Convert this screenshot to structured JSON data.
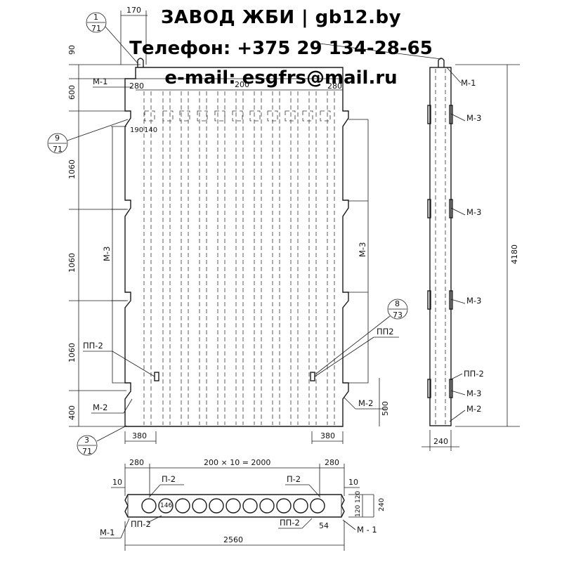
{
  "header": {
    "line1": "ЗАВОД ЖБИ | gb12.by",
    "line2": "Телефон: +375 29 134-28-65",
    "line3": "e-mail: esgfrs@mail.ru"
  },
  "front_view": {
    "dims_left": [
      "90",
      "600",
      "1060",
      "1060",
      "1060",
      "400"
    ],
    "dim_top": "170",
    "dims_inner_top": [
      "280",
      "280",
      "200"
    ],
    "dims_inner_small": [
      "190",
      "140"
    ],
    "dims_bottom": [
      "380",
      "380"
    ],
    "dim_right_small": "500",
    "labels": {
      "m1": "М-1",
      "m2_left": "М-2",
      "m2_right": "М-2",
      "m3_left": "М-3",
      "m3_right": "М-3",
      "pp2_left": "ПП-2",
      "pp2_right": "ПП2"
    },
    "callouts": [
      {
        "num": "1",
        "den": "71"
      },
      {
        "num": "9",
        "den": "71"
      },
      {
        "num": "3",
        "den": "71"
      },
      {
        "num": "8",
        "den": "73"
      }
    ]
  },
  "side_view": {
    "labels": {
      "m1": "М-1",
      "m3a": "М-3",
      "m3b": "М-3",
      "m3c": "М-3",
      "m3d": "М-3",
      "pp2": "ПП-2",
      "m2": "М-2"
    },
    "dim_height": "4180",
    "dim_width": "240"
  },
  "section_view": {
    "dim_top_left": "280",
    "dim_top_mid": "200 × 10 = 2000",
    "dim_top_right": "280",
    "dim_10_left": "10",
    "dim_10_right": "10",
    "dims_right": [
      "120",
      "120",
      "240"
    ],
    "dim_hole": "146",
    "dim_54": "54",
    "dim_total": "2560",
    "labels": {
      "p2_left": "П-2",
      "p2_right": "П-2",
      "m1_left": "М-1",
      "m1_right": "М - 1",
      "pp2_left": "ПП-2",
      "pp2_right": "ПП-2"
    }
  }
}
